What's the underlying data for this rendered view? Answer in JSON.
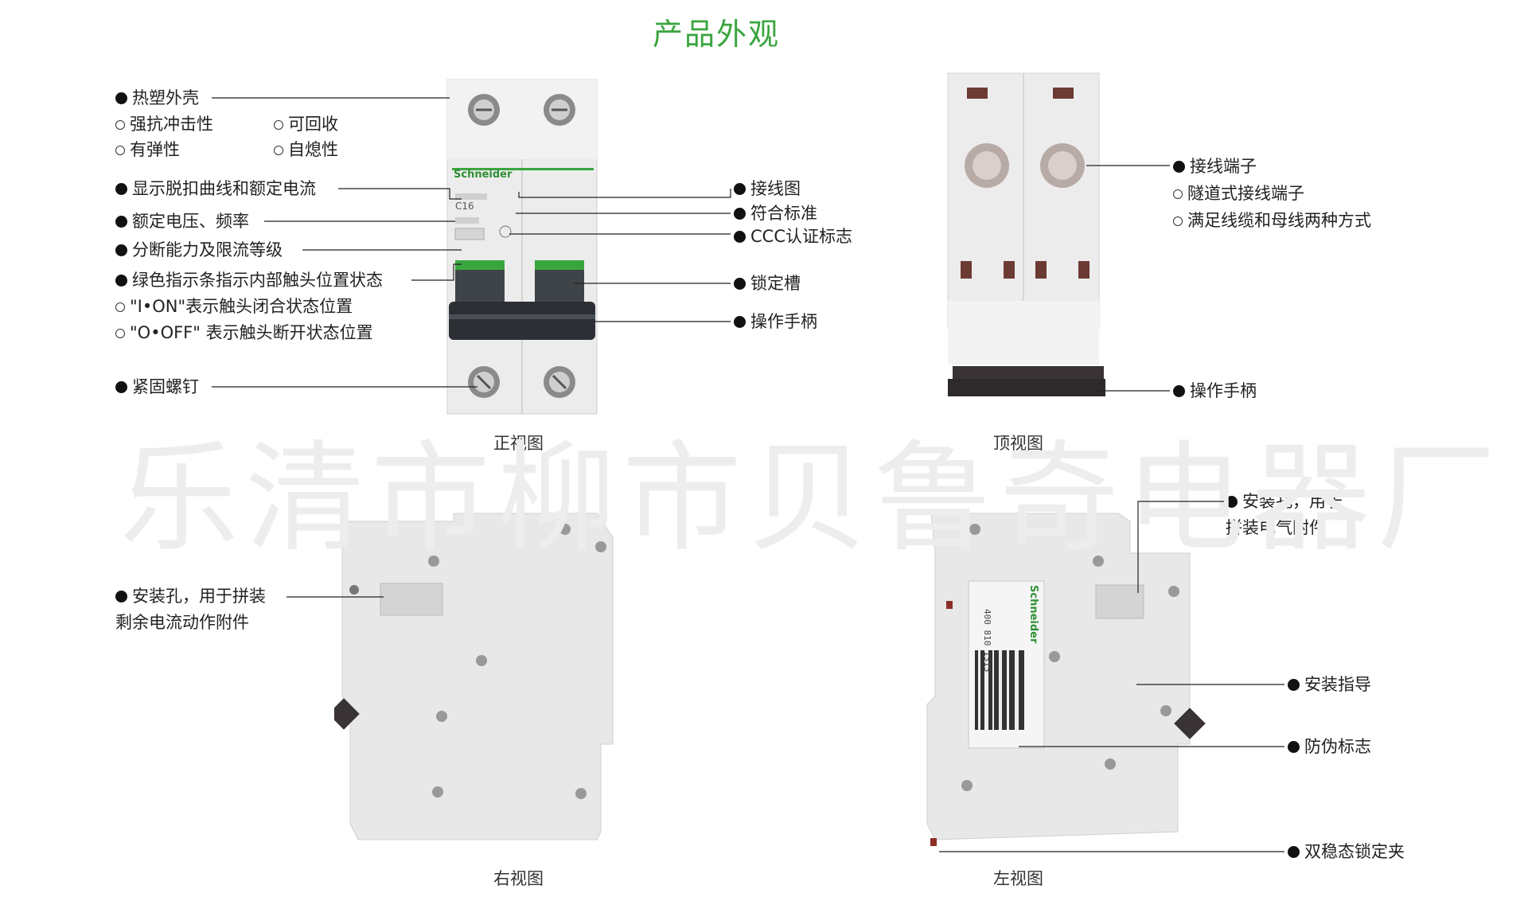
{
  "title": "产品外观",
  "watermark": "乐清市柳市贝鲁奇电器厂",
  "captions": {
    "front": "正视图",
    "top": "顶视图",
    "right": "右视图",
    "left": "左视图"
  },
  "front_device": {
    "brand": "Schneider",
    "rating": "C16"
  },
  "front_left": {
    "shell": "热塑外壳",
    "shell_f1": "强抗冲击性",
    "shell_f2": "可回收",
    "shell_f3": "有弹性",
    "shell_f4": "自熄性",
    "curve": "显示脱扣曲线和额定电流",
    "voltage": "额定电压、频率",
    "breaking": "分断能力及限流等级",
    "indicator": "绿色指示条指示内部触头位置状态",
    "ion": "\"I•ON\"表示触头闭合状态位置",
    "ooff": "\"O•OFF\" 表示触头断开状态位置",
    "screw": "紧固螺钉"
  },
  "front_right": {
    "wiring": "接线图",
    "standard": "符合标准",
    "ccc": "CCC认证标志",
    "lock": "锁定槽",
    "handle": "操作手柄"
  },
  "top_right": {
    "terminal": "接线端子",
    "tunnel": "隧道式接线端子",
    "cable": "满足线缆和母线两种方式",
    "handle": "操作手柄"
  },
  "right_view": {
    "hole_l1": "安装孔，用于拼装",
    "hole_l2": "剩余电流动作附件"
  },
  "left_view": {
    "hole_l1": "安装孔，用于",
    "hole_l2": "拼装电气附件",
    "guide": "安装指导",
    "anticounterfeit": "防伪标志",
    "clip": "双稳态锁定夹",
    "brand": "Schneider",
    "phone": "400 810 1315"
  }
}
